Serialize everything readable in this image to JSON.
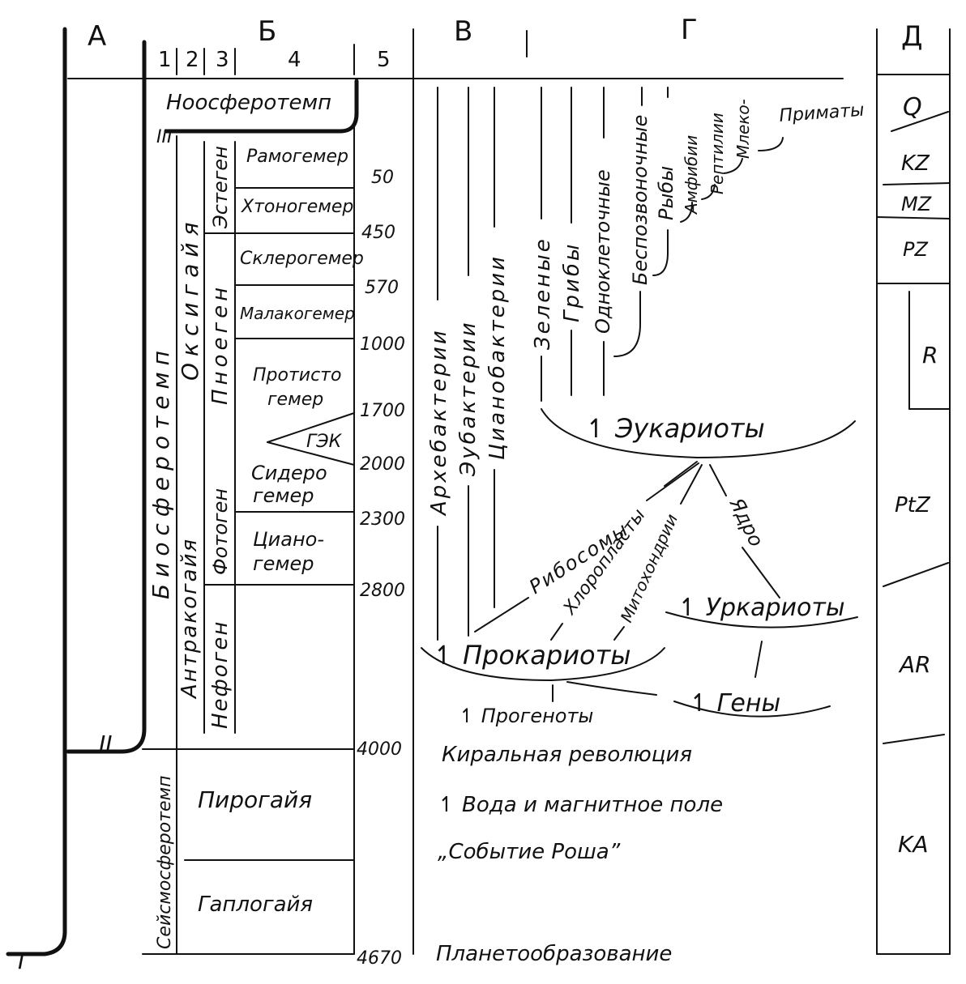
{
  "headers": {
    "col_a": "А",
    "col_b": "Б",
    "col_v": "В",
    "col_g": "Г",
    "col_d": "Д",
    "sub_1": "1",
    "sub_2": "2",
    "sub_3": "3",
    "sub_4": "4",
    "sub_5": "5"
  },
  "stages": {
    "i": "I",
    "ii": "II",
    "iii": "III"
  },
  "col1": {
    "noosphere": "Ноосферотемп",
    "biosphere": "Биосферотемп",
    "seismosphere": "Сейсмосферотемп"
  },
  "col2": {
    "oxygaia": "Оксигайя",
    "anthracogaia": "Антракогайя",
    "pyrogaia": "Пирогайя",
    "haplogaia": "Гаплогайя"
  },
  "col3": {
    "estegen": "Эстеген",
    "pnoegen": "Пноеген",
    "photogen": "Фотоген",
    "nephogen": "Нефоген"
  },
  "col4": {
    "ramogemer": "Рамогемер",
    "chthonogemer": "Хтоногемер",
    "sklerogemer": "Склерогемер",
    "malakogemer": "Малакогемер",
    "protisto_1": "Протисто",
    "protisto_2": "гемер",
    "sidero_1": "Сидеро",
    "sidero_2": "гемер",
    "tsiano_1": "Циано-",
    "tsiano_2": "гемер",
    "gek": "ГЭК"
  },
  "ages": [
    "50",
    "450",
    "570",
    "1000",
    "1700",
    "2000",
    "2300",
    "2800",
    "4000",
    "4670"
  ],
  "lineages": {
    "archaebacteria": "Архебактерии",
    "eubacteria": "Эубактерии",
    "cyanobacteria": "Цианобактерии",
    "green": "Зеленые",
    "fungi": "Грибы",
    "unicellular": "Одноклеточные",
    "invertebrates": "Беспозвоночные",
    "fish": "Рыбы",
    "amphibians": "Амфибии",
    "reptiles": "Рептилии",
    "mammals": "Млеко-",
    "primates": "Приматы"
  },
  "groups": {
    "eukaryotes": "↿ Эукариоты",
    "prokaryotes": "↿ Прокариоты",
    "urkaryotes": "↿ Уркариоты",
    "genes": "↿ Гены",
    "progenotes": "↿ Прогеноты"
  },
  "organelles": {
    "ribosomes": "Рибосомы",
    "chloroplasts": "Хлоропласты",
    "mitochondria": "Митохондрии",
    "nucleus": "Ядро"
  },
  "events": {
    "chiral": "Киральная революция",
    "water": "↿ Вода и магнитное поле",
    "rosh": "„Событие Роша”",
    "planet": "Планетообразование"
  },
  "eras": {
    "q": "Q",
    "kz": "KZ",
    "mz": "MZ",
    "pz": "PZ",
    "r": "R",
    "ptz": "PtZ",
    "ar": "AR",
    "ka": "KA"
  }
}
